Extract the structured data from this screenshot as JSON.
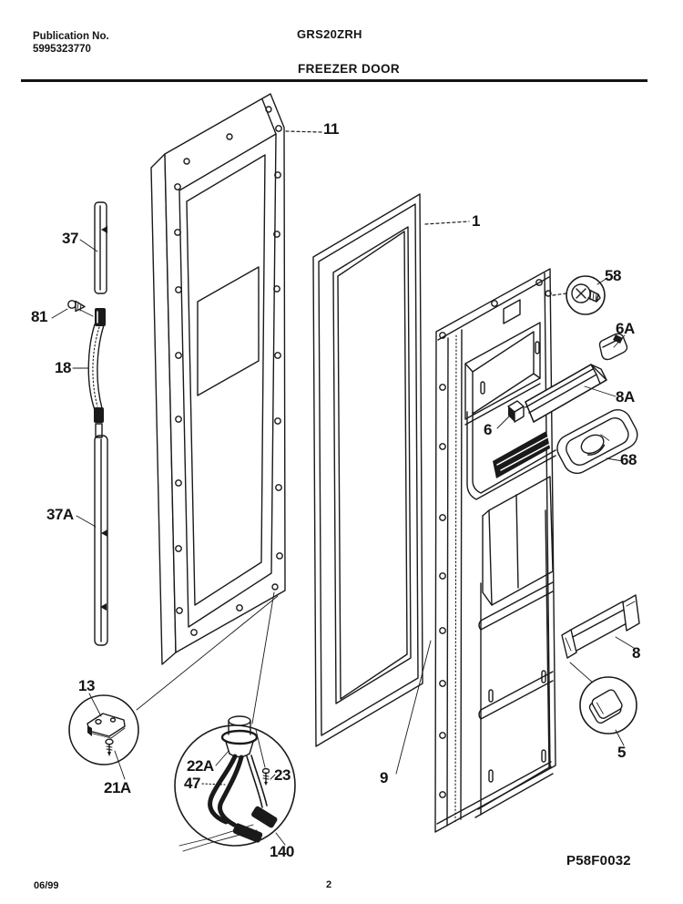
{
  "header": {
    "publication_label": "Publication No.",
    "publication_number": "5995323770",
    "model": "GRS20ZRH",
    "section_title": "FREEZER DOOR"
  },
  "part_labels": {
    "door_panel_11": "11",
    "gasket_1": "1",
    "trim_37": "37",
    "screw_81": "81",
    "handle_18": "18",
    "trim_37a": "37A",
    "bracket_13": "13",
    "screw_21a": "21A",
    "socket_22a": "22A",
    "harness_47": "47",
    "screw_23": "23",
    "wires_140": "140",
    "inner_panel_9": "9",
    "screw_58": "58",
    "cap_6a": "6A",
    "rail_8a": "8A",
    "clip_6": "6",
    "tray_68": "68",
    "rail_8": "8",
    "end_cap_5": "5"
  },
  "footer": {
    "date": "06/99",
    "page_number": "2",
    "diagram_code": "P58F0032"
  },
  "colors": {
    "line": "#1a1a1a",
    "background": "#ffffff"
  }
}
